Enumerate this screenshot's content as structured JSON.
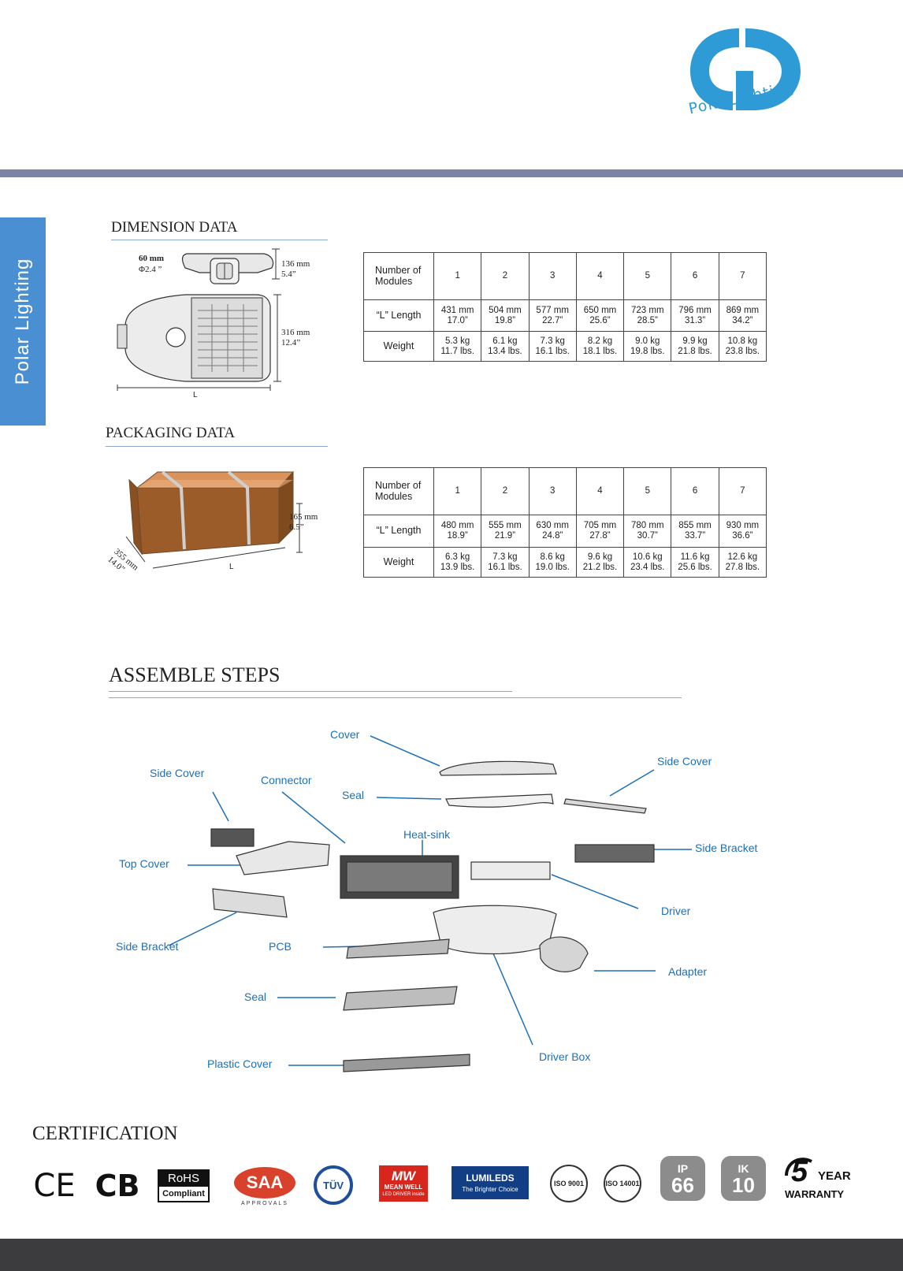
{
  "brand": {
    "logo_text": "PolarLighting",
    "side_tab": "Polar Lighting"
  },
  "colors": {
    "accent_blue": "#2f9bd6",
    "rule_gray": "#7a85a6",
    "tab_blue": "#4a8fd2",
    "callout_blue": "#1d6fb8",
    "footer": "#3c3c3f"
  },
  "sections": {
    "dimension": "DIMENSION  DATA",
    "packaging": "PACKAGING  DATA",
    "assemble": "ASSEMBLE STEPS",
    "certification": "CERTIFICATION"
  },
  "dimension_drawing": {
    "width_mm": "60 mm",
    "width_in": "Φ2.4 ”",
    "height_mm": "136 mm",
    "height_in": "5.4”",
    "depth_mm": "316 mm",
    "depth_in": "12.4”",
    "length": "L"
  },
  "packaging_drawing": {
    "height_mm": "165 mm",
    "height_in": "6.5”",
    "depth_mm": "355 mm",
    "depth_in": "14.0”",
    "length": "L"
  },
  "dimension_table": {
    "header": "Number of Modules",
    "modules": [
      "1",
      "2",
      "3",
      "4",
      "5",
      "6",
      "7"
    ],
    "length_label": "“L” Length",
    "length_mm": [
      "431 mm",
      "504 mm",
      "577 mm",
      "650 mm",
      "723 mm",
      "796 mm",
      "869 mm"
    ],
    "length_in": [
      "17.0”",
      "19.8”",
      "22.7”",
      "25.6”",
      "28.5”",
      "31.3”",
      "34.2”"
    ],
    "weight_label": "Weight",
    "weight_kg": [
      "5.3 kg",
      "6.1 kg",
      "7.3 kg",
      "8.2 kg",
      "9.0 kg",
      "9.9 kg",
      "10.8 kg"
    ],
    "weight_lbs": [
      "11.7 lbs.",
      "13.4 lbs.",
      "16.1 lbs.",
      "18.1 lbs.",
      "19.8 lbs.",
      "21.8 lbs.",
      "23.8 lbs."
    ]
  },
  "packaging_table": {
    "header": "Number of Modules",
    "modules": [
      "1",
      "2",
      "3",
      "4",
      "5",
      "6",
      "7"
    ],
    "length_label": "“L” Length",
    "length_mm": [
      "480 mm",
      "555 mm",
      "630 mm",
      "705 mm",
      "780 mm",
      "855 mm",
      "930 mm"
    ],
    "length_in": [
      "18.9”",
      "21.9”",
      "24.8”",
      "27.8”",
      "30.7”",
      "33.7”",
      "36.6”"
    ],
    "weight_label": "Weight",
    "weight_kg": [
      "6.3 kg",
      "7.3 kg",
      "8.6 kg",
      "9.6 kg",
      "10.6 kg",
      "11.6 kg",
      "12.6 kg"
    ],
    "weight_lbs": [
      "13.9 lbs.",
      "16.1 lbs.",
      "19.0 lbs.",
      "21.2 lbs.",
      "23.4 lbs.",
      "25.6 lbs.",
      "27.8 lbs."
    ]
  },
  "assembly_parts": {
    "cover": "Cover",
    "side_cover_left": "Side Cover",
    "side_cover_right": "Side Cover",
    "connector": "Connector",
    "seal_top": "Seal",
    "heat_sink": "Heat-sink",
    "side_bracket_right": "Side Bracket",
    "top_cover": "Top Cover",
    "driver": "Driver",
    "side_bracket_left": "Side Bracket",
    "pcb": "PCB",
    "adapter": "Adapter",
    "seal_bottom": "Seal",
    "driver_box": "Driver Box",
    "plastic_cover": "Plastic Cover"
  },
  "certifications": {
    "ce": "CE",
    "cb": "CB",
    "rohs_top": "RoHS",
    "rohs_bottom": "Compliant",
    "saa": "SAA",
    "saa_sub": "APPROVALS",
    "tuv": "TÜV",
    "meanwell_top": "MW",
    "meanwell_mid": "MEAN WELL",
    "meanwell_sub": "LED DRIVER inside",
    "lumileds": "LUMILEDS",
    "lumileds_sub": "The Brighter Choice",
    "iso9001": "ISO 9001",
    "iso14001": "ISO 14001",
    "ip_top": "IP",
    "ip_num": "66",
    "ik_top": "IK",
    "ik_num": "10",
    "warranty_num": "5",
    "warranty_year": "YEAR",
    "warranty_word": "WARRANTY"
  }
}
